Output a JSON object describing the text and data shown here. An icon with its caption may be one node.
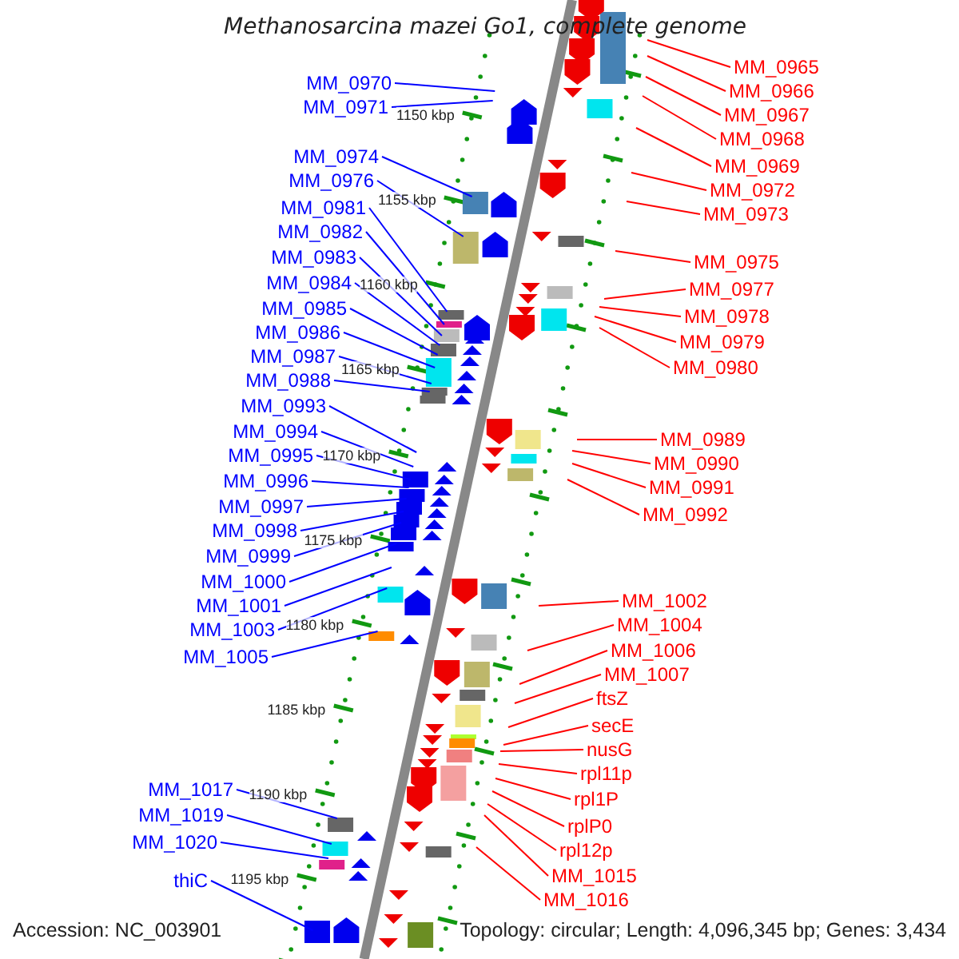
{
  "diagram": {
    "title": "Methanosarcina mazei Go1, complete genome",
    "nodes": [
      {
        "text": [
          "MM_0970"
        ]
      },
      {
        "text": [
          "MM_0971"
        ]
      },
      {
        "text": [
          "MM_0974"
        ]
      },
      {
        "text": [
          "MM_0976"
        ]
      },
      {
        "text": [
          "MM_0981"
        ]
      },
      {
        "text": [
          "MM_0982"
        ]
      },
      {
        "text": [
          "MM_0983"
        ]
      },
      {
        "text": [
          "MM_0984"
        ]
      },
      {
        "text": [
          "MM_0985"
        ]
      },
      {
        "text": [
          "MM_0986"
        ]
      },
      {
        "text": [
          "MM_0987"
        ]
      },
      {
        "text": [
          "MM_0988"
        ]
      },
      {
        "text": [
          "MM_0993"
        ]
      },
      {
        "text": [
          "MM_0994"
        ]
      },
      {
        "text": [
          "MM_0995"
        ]
      },
      {
        "text": [
          "MM_0996"
        ]
      },
      {
        "text": [
          "MM_0997"
        ]
      },
      {
        "text": [
          "MM_0998"
        ]
      },
      {
        "text": [
          "MM_0999"
        ]
      },
      {
        "text": [
          "MM_1000"
        ]
      },
      {
        "text": [
          "MM_1001"
        ]
      },
      {
        "text": [
          "MM_1003"
        ]
      },
      {
        "text": [
          "MM_1005"
        ]
      },
      {
        "text": [
          "MM_1017"
        ]
      },
      {
        "text": [
          "MM_1019"
        ]
      },
      {
        "text": [
          "MM_1020"
        ]
      },
      {
        "text": [
          "thiC"
        ]
      },
      {
        "text": [
          "MM_0965"
        ]
      },
      {
        "text": [
          "MM_0966"
        ]
      },
      {
        "text": [
          "MM_0967"
        ]
      },
      {
        "text": [
          "MM_0968"
        ]
      },
      {
        "text": [
          "MM_0969"
        ]
      },
      {
        "text": [
          "MM_0972"
        ]
      },
      {
        "text": [
          "MM_0973"
        ]
      },
      {
        "text": [
          "MM_0975"
        ]
      },
      {
        "text": [
          "MM_0977"
        ]
      },
      {
        "text": [
          "MM_0978"
        ]
      },
      {
        "text": [
          "MM_0979"
        ]
      },
      {
        "text": [
          "MM_0980"
        ]
      },
      {
        "text": [
          "MM_0989"
        ]
      },
      {
        "text": [
          "MM_0990"
        ]
      },
      {
        "text": [
          "MM_0991"
        ]
      },
      {
        "text": [
          "MM_0992"
        ]
      },
      {
        "text": [
          "MM_1002"
        ]
      },
      {
        "text": [
          "MM_1004"
        ]
      },
      {
        "text": [
          "MM_1006"
        ]
      },
      {
        "text": [
          "MM_1007"
        ]
      },
      {
        "text": [
          "ftsZ"
        ]
      },
      {
        "text": [
          "secE"
        ]
      },
      {
        "text": [
          "nusG"
        ]
      },
      {
        "text": [
          "rpl11p"
        ]
      },
      {
        "text": [
          "rpl1P"
        ]
      },
      {
        "text": [
          "rplP0"
        ]
      },
      {
        "text": [
          "rpl12p"
        ]
      },
      {
        "text": [
          "MM_1015"
        ]
      },
      {
        "text": [
          "MM_1016"
        ]
      }
    ],
    "edges": [
      {
        "from": 0,
        "to": null,
        "arrow": "none",
        "color": "#0000ff"
      },
      {
        "from": 1,
        "to": null,
        "arrow": "none",
        "color": "#0000ff"
      },
      {
        "from": 2,
        "to": null,
        "arrow": "none",
        "color": "#0000ff"
      },
      {
        "from": 3,
        "to": null,
        "arrow": "none",
        "color": "#0000ff"
      },
      {
        "from": 4,
        "to": null,
        "arrow": "none",
        "color": "#0000ff"
      },
      {
        "from": 5,
        "to": null,
        "arrow": "none",
        "color": "#0000ff"
      },
      {
        "from": 6,
        "to": null,
        "arrow": "none",
        "color": "#0000ff"
      },
      {
        "from": 7,
        "to": null,
        "arrow": "none",
        "color": "#0000ff"
      },
      {
        "from": 8,
        "to": null,
        "arrow": "none",
        "color": "#0000ff"
      },
      {
        "from": 9,
        "to": null,
        "arrow": "none",
        "color": "#0000ff"
      },
      {
        "from": 10,
        "to": null,
        "arrow": "none",
        "color": "#0000ff"
      },
      {
        "from": 11,
        "to": null,
        "arrow": "none",
        "color": "#0000ff"
      },
      {
        "from": 12,
        "to": null,
        "arrow": "none",
        "color": "#0000ff"
      },
      {
        "from": 13,
        "to": null,
        "arrow": "none",
        "color": "#0000ff"
      },
      {
        "from": 14,
        "to": null,
        "arrow": "none",
        "color": "#0000ff"
      },
      {
        "from": 15,
        "to": null,
        "arrow": "none",
        "color": "#0000ff"
      },
      {
        "from": 16,
        "to": null,
        "arrow": "none",
        "color": "#0000ff"
      },
      {
        "from": 17,
        "to": null,
        "arrow": "none",
        "color": "#0000ff"
      },
      {
        "from": 18,
        "to": null,
        "arrow": "none",
        "color": "#0000ff"
      },
      {
        "from": 19,
        "to": null,
        "arrow": "none",
        "color": "#0000ff"
      },
      {
        "from": 20,
        "to": null,
        "arrow": "none",
        "color": "#0000ff"
      },
      {
        "from": 21,
        "to": null,
        "arrow": "none",
        "color": "#0000ff"
      },
      {
        "from": 22,
        "to": null,
        "arrow": "none",
        "color": "#0000ff"
      },
      {
        "from": 23,
        "to": null,
        "arrow": "none",
        "color": "#0000ff"
      },
      {
        "from": 24,
        "to": null,
        "arrow": "none",
        "color": "#0000ff"
      },
      {
        "from": 25,
        "to": null,
        "arrow": "none",
        "color": "#0000ff"
      },
      {
        "from": 26,
        "to": null,
        "arrow": "none",
        "color": "#0000ff"
      },
      {
        "from": 27,
        "to": null,
        "arrow": "none"
      },
      {
        "from": 28,
        "to": null,
        "arrow": "none"
      },
      {
        "from": 29,
        "to": null,
        "arrow": "none"
      },
      {
        "from": 30,
        "to": null,
        "arrow": "none"
      },
      {
        "from": 31,
        "to": null,
        "arrow": "none"
      },
      {
        "from": 32,
        "to": null,
        "arrow": "none"
      },
      {
        "from": 33,
        "to": null,
        "arrow": "none"
      },
      {
        "from": 34,
        "to": null,
        "arrow": "none"
      },
      {
        "from": 35,
        "to": null,
        "arrow": "none"
      },
      {
        "from": 36,
        "to": null,
        "arrow": "none"
      },
      {
        "from": 37,
        "to": null,
        "arrow": "none"
      },
      {
        "from": 38,
        "to": null,
        "arrow": "none"
      },
      {
        "from": 39,
        "to": null,
        "arrow": "none"
      },
      {
        "from": 40,
        "to": null,
        "arrow": "none"
      },
      {
        "from": 41,
        "to": null,
        "arrow": "none"
      },
      {
        "from": 42,
        "to": null,
        "arrow": "none"
      },
      {
        "from": 43,
        "to": null,
        "arrow": "none"
      },
      {
        "from": 44,
        "to": null,
        "arrow": "none"
      },
      {
        "from": 45,
        "to": null,
        "arrow": "none"
      },
      {
        "from": 46,
        "to": null,
        "arrow": "none"
      },
      {
        "from": 47,
        "to": null,
        "arrow": "none"
      },
      {
        "from": 48,
        "to": null,
        "arrow": "none"
      },
      {
        "from": 49,
        "to": null,
        "arrow": "none"
      },
      {
        "from": 50,
        "to": null,
        "arrow": "none"
      },
      {
        "from": 51,
        "to": null,
        "arrow": "none"
      },
      {
        "from": 52,
        "to": null,
        "arrow": "none"
      },
      {
        "from": 53,
        "to": null,
        "arrow": "none"
      },
      {
        "from": 54,
        "to": null,
        "arrow": "none"
      },
      {
        "from": 55,
        "to": null,
        "arrow": "none"
      }
    ],
    "labels": [
      "1150 kbp",
      "1155 kbp",
      "1160 kbp",
      "1165 kbp",
      "1170 kbp",
      "1175 kbp",
      "1180 kbp",
      "1185 kbp",
      "1190 kbp",
      "1195 kbp",
      "Accession: NC_003901",
      "Topology: circular; Length: 4,096,345 bp; Genes: 3,434"
    ]
  }
}
